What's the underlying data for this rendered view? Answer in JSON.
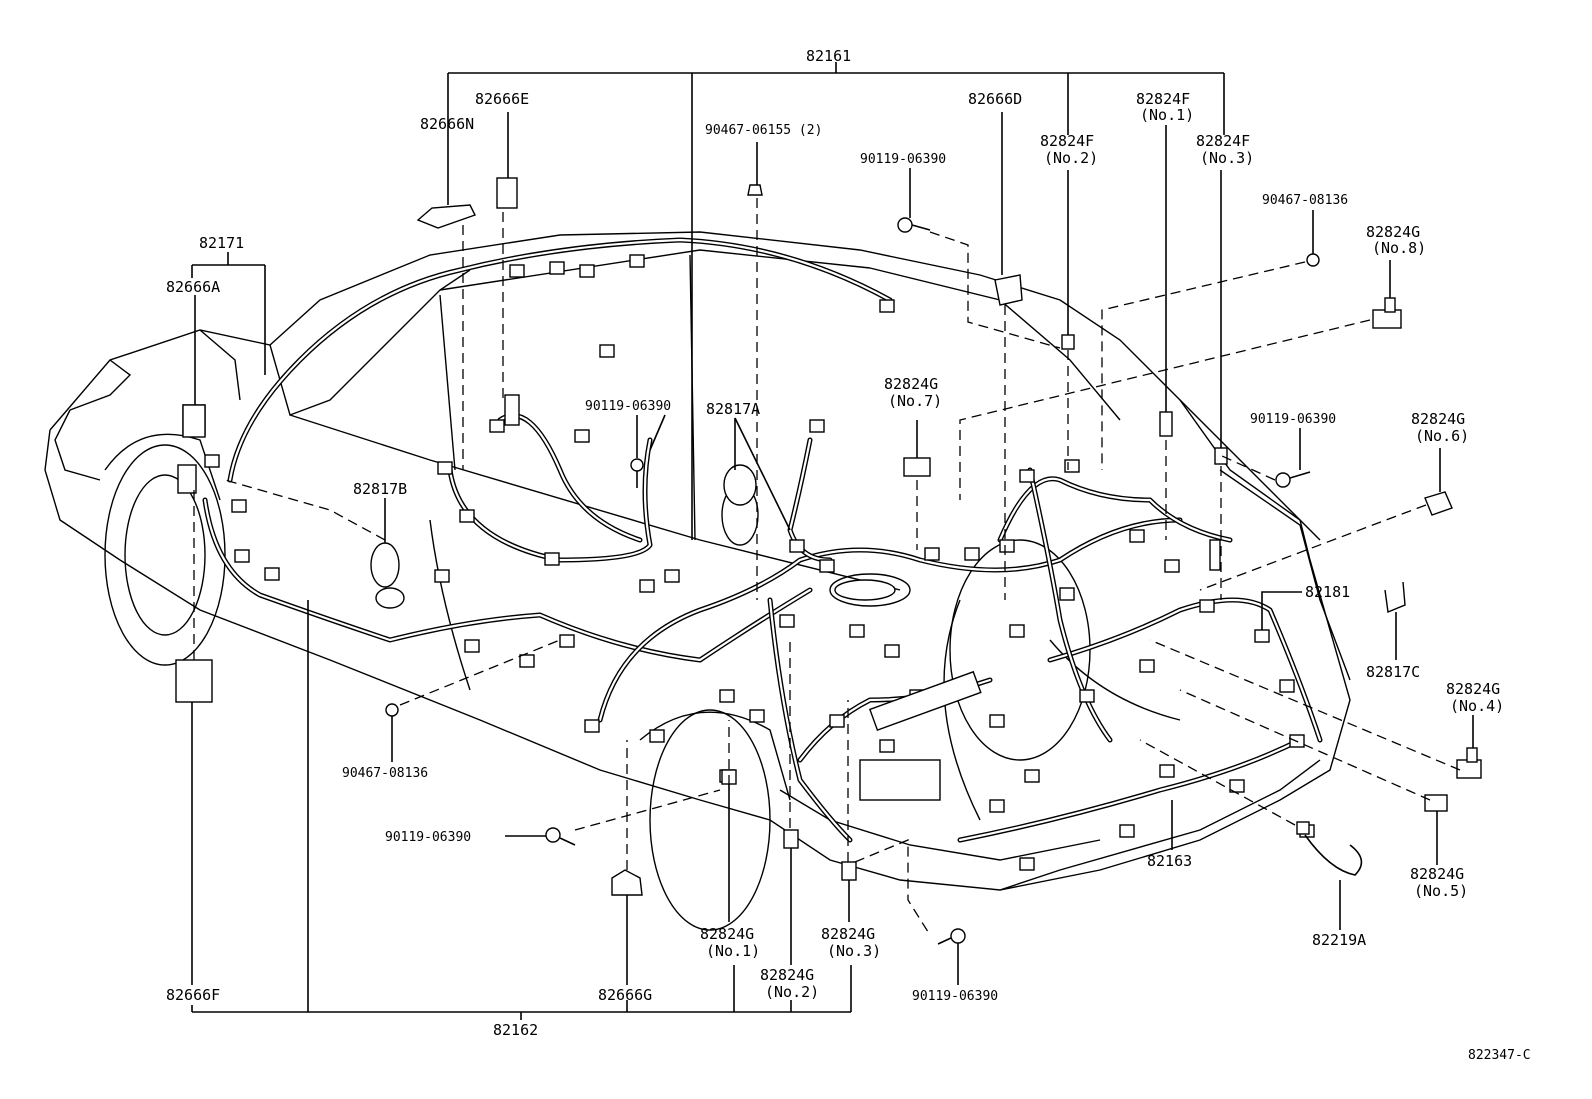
{
  "diagram": {
    "drawing_code": "822347-C",
    "labels": {
      "p82161": "82161",
      "p82666E": "82666E",
      "p82666N": "82666N",
      "p90467_06155": "90467-06155 (2)",
      "p90119_06390_top": "90119-06390",
      "p82666D": "82666D",
      "p82824F_no1": "82824F",
      "p82824F_no1_sub": "(No.1)",
      "p82824F_no2": "82824F",
      "p82824F_no2_sub": "(No.2)",
      "p82824F_no3": "82824F",
      "p82824F_no3_sub": "(No.3)",
      "p90467_08136_right": "90467-08136",
      "p82824G_no8": "82824G",
      "p82824G_no8_sub": "(No.8)",
      "p82171": "82171",
      "p82666A": "82666A",
      "p90119_06390_center": "90119-06390",
      "p82817A": "82817A",
      "p82824G_no7": "82824G",
      "p82824G_no7_sub": "(No.7)",
      "p90119_06390_right": "90119-06390",
      "p82824G_no6": "82824G",
      "p82824G_no6_sub": "(No.6)",
      "p82817B": "82817B",
      "p82181": "82181",
      "p82817C": "82817C",
      "p82824G_no4": "82824G",
      "p82824G_no4_sub": "(No.4)",
      "p90467_08136_left": "90467-08136",
      "p90119_06390_left": "90119-06390",
      "p82163": "82163",
      "p82824G_no5": "82824G",
      "p82824G_no5_sub": "(No.5)",
      "p82219A": "82219A",
      "p82824G_no1": "82824G",
      "p82824G_no1_sub": "(No.1)",
      "p82824G_no3": "82824G",
      "p82824G_no3_sub": "(No.3)",
      "p82824G_no2": "82824G",
      "p82824G_no2_sub": "(No.2)",
      "p90119_06390_bottom": "90119-06390",
      "p82666F": "82666F",
      "p82666G": "82666G",
      "p82162": "82162"
    }
  }
}
